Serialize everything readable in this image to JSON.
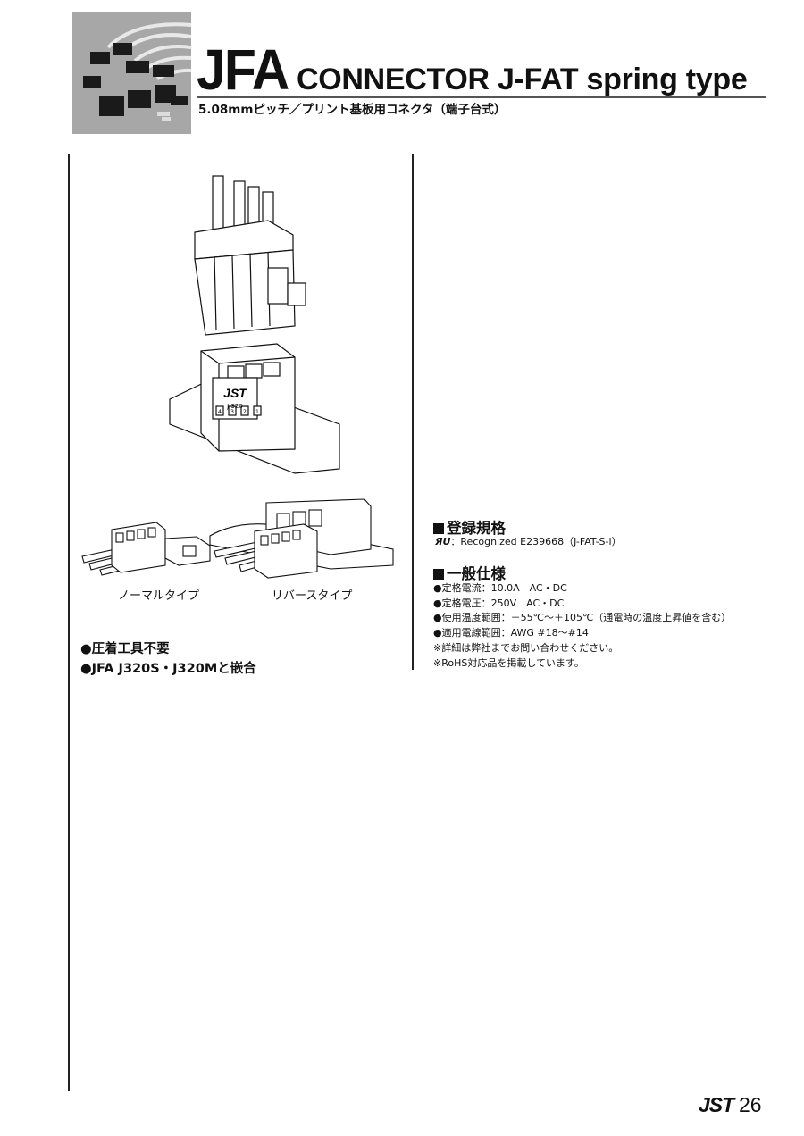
{
  "header": {
    "title_main": "JFA",
    "title_rest": "CONNECTOR J-FAT spring type",
    "subtitle": "5.08mmピッチ／プリント基板用コネクタ（端子台式）"
  },
  "illustration": {
    "housing_label": "JST",
    "housing_model": "J-320",
    "pin_numbers": [
      "4",
      "3",
      "2",
      "1"
    ]
  },
  "captions": {
    "normal": "ノーマルタイプ",
    "reverse": "リバースタイプ"
  },
  "features": [
    "●圧着工具不要",
    "●JFA J320S・J320Mと嵌合"
  ],
  "registration": {
    "title": "登録規格",
    "ul_mark": "ЯU",
    "ul_text": "：Recognized E239668（J-FAT-S-i）"
  },
  "general_spec": {
    "title": "一般仕様",
    "items": [
      "●定格電流：10.0A　AC・DC",
      "●定格電圧：250V　AC・DC",
      "●使用温度範囲：－55℃～＋105℃（通電時の温度上昇値を含む）",
      "●適用電線範囲：AWG #18～#14",
      "※詳細は弊社までお問い合わせください。",
      "※RoHS対応品を掲載しています。"
    ]
  },
  "footer": {
    "logo": "JST",
    "page_number": "26"
  }
}
